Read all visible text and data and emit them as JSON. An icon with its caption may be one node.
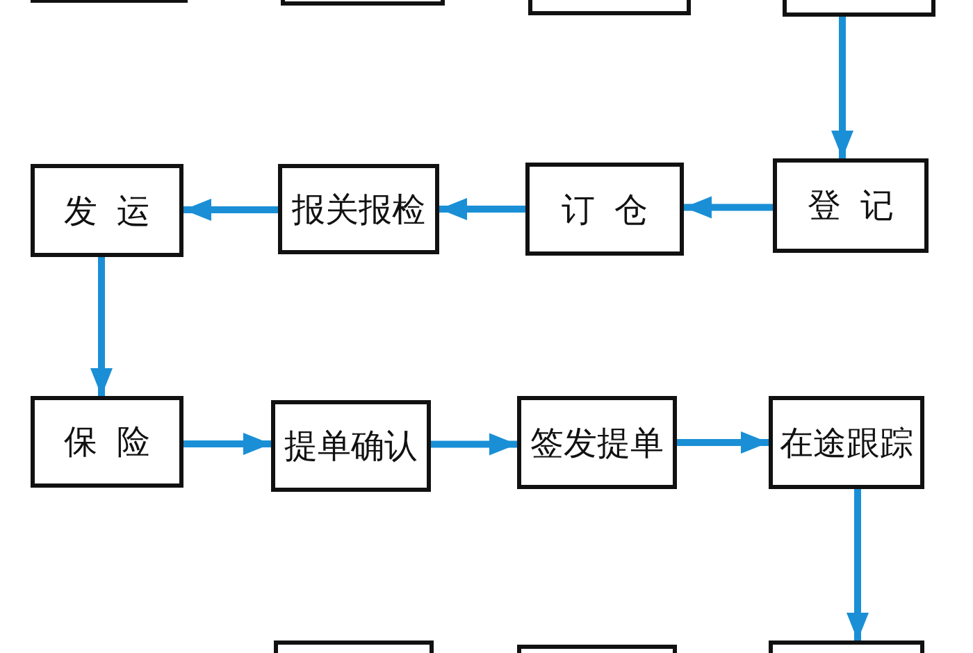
{
  "diagram": {
    "nodes": [
      {
        "text": [],
        "shape": "box"
      },
      {
        "text": [],
        "shape": "box"
      },
      {
        "text": [],
        "shape": "box"
      },
      {
        "text": [],
        "shape": "box"
      },
      {
        "text": [
          "登记"
        ]
      },
      {
        "text": [
          "订仓"
        ]
      },
      {
        "text": [
          "报关报检"
        ]
      },
      {
        "text": [
          "发运"
        ]
      },
      {
        "text": [
          "保险"
        ]
      },
      {
        "text": [
          "提单确认"
        ]
      },
      {
        "text": [
          "签发提单"
        ]
      },
      {
        "text": [
          "在途跟踪"
        ]
      },
      {
        "text": [],
        "shape": "box"
      },
      {
        "text": [],
        "shape": "box"
      },
      {
        "text": [],
        "shape": "box"
      }
    ],
    "edges": [
      {
        "from": 3,
        "to": 4,
        "arrow": "to"
      },
      {
        "from": 4,
        "to": 5,
        "arrow": "to"
      },
      {
        "from": 5,
        "to": 6,
        "arrow": "to"
      },
      {
        "from": 6,
        "to": 7,
        "arrow": "to"
      },
      {
        "from": 7,
        "to": 8,
        "arrow": "to"
      },
      {
        "from": 8,
        "to": 9,
        "arrow": "to"
      },
      {
        "from": 9,
        "to": 10,
        "arrow": "to"
      },
      {
        "from": 10,
        "to": 11,
        "arrow": "to"
      },
      {
        "from": 11,
        "to": 14,
        "arrow": "to"
      }
    ]
  }
}
